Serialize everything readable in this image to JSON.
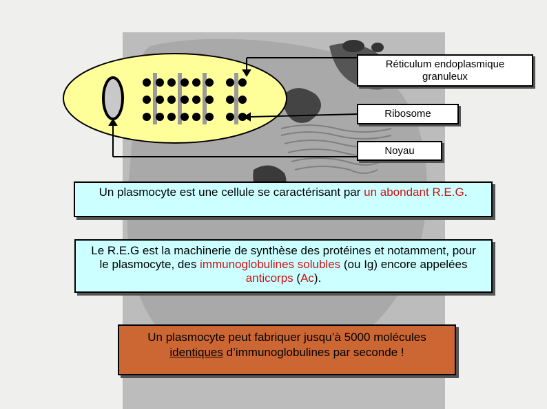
{
  "labels": {
    "reg_line1": "Réticulum endoplasmique",
    "reg_line2": "granuleux",
    "ribosome": "Ribosome",
    "noyau": "Noyau"
  },
  "box1": {
    "part1": "Un plasmocyte est une cellule se caractérisant par ",
    "part2": "un abondant R.E.G",
    "part3": "."
  },
  "box2": {
    "p1": "Le R.E.G est la machinerie de synthèse des protéines et notamment, pour le plasmocyte, des ",
    "p2": "immunoglobulines solubles",
    "p3": " (ou Ig) encore appelées ",
    "p4": "anticorps",
    "p5": " (",
    "p6": "Ac",
    "p7": ")."
  },
  "box3": {
    "p1": "Un plasmocyte peut fabriquer jusqu’à 5000 molécules ",
    "p2": "identiques",
    "p3": " d’immunoglobulines par seconde !"
  },
  "colors": {
    "cell_fill": "#ffff99",
    "box1_bg": "#ccffff",
    "box2_bg": "#ccffff",
    "box3_bg": "#cc6633",
    "highlight": "#cc1111"
  }
}
